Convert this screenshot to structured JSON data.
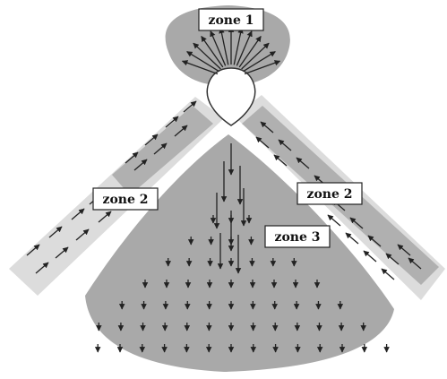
{
  "labels": {
    "zone1": "zone 1",
    "zone2_left": "zone 2",
    "zone2_right": "zone 2",
    "zone3": "zone 3"
  },
  "colors": {
    "zone_fill": "#a9a9a9",
    "band_fill": "#dcdcdc",
    "arrow": "#222222"
  }
}
